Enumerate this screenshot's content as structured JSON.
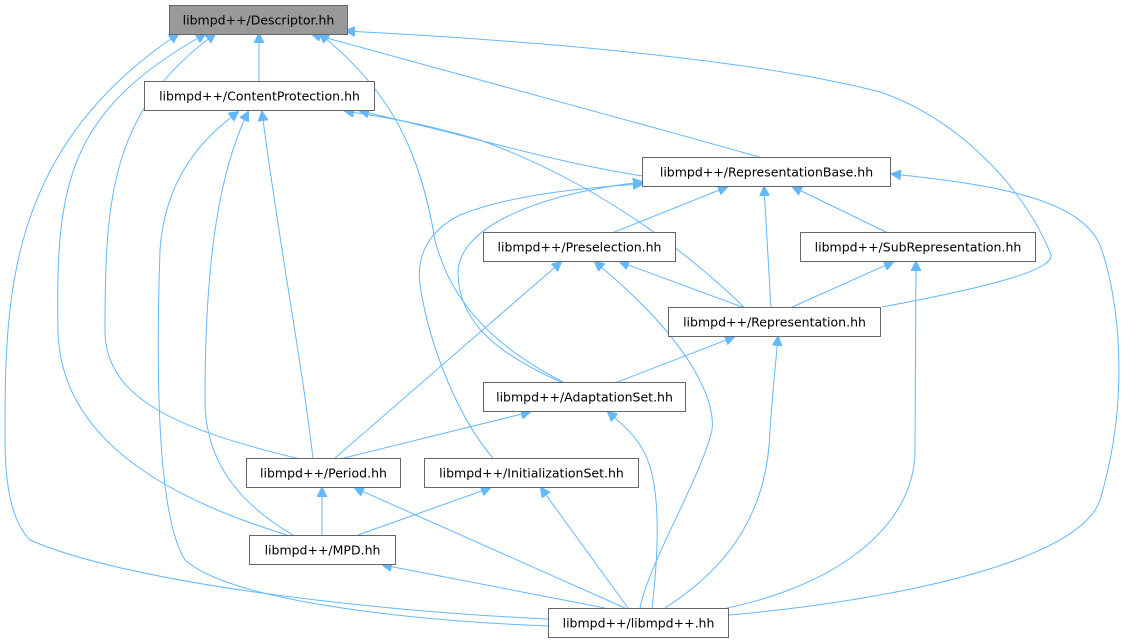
{
  "graph": {
    "root": "libmpd++/Descriptor.hh",
    "nodes": {
      "descriptor": "libmpd++/Descriptor.hh",
      "content_protection": "libmpd++/ContentProtection.hh",
      "representation_base": "libmpd++/RepresentationBase.hh",
      "preselection": "libmpd++/Preselection.hh",
      "sub_representation": "libmpd++/SubRepresentation.hh",
      "representation": "libmpd++/Representation.hh",
      "adaptation_set": "libmpd++/AdaptationSet.hh",
      "period": "libmpd++/Period.hh",
      "initialization_set": "libmpd++/InitializationSet.hh",
      "mpd": "libmpd++/MPD.hh",
      "libmpdpp": "libmpd++/libmpd++.hh"
    },
    "edges": [
      [
        "content_protection",
        "descriptor"
      ],
      [
        "representation_base",
        "descriptor"
      ],
      [
        "representation",
        "descriptor"
      ],
      [
        "adaptation_set",
        "descriptor"
      ],
      [
        "period",
        "descriptor"
      ],
      [
        "mpd",
        "descriptor"
      ],
      [
        "libmpdpp",
        "descriptor"
      ],
      [
        "representation_base",
        "content_protection"
      ],
      [
        "representation",
        "content_protection"
      ],
      [
        "period",
        "content_protection"
      ],
      [
        "mpd",
        "content_protection"
      ],
      [
        "libmpdpp",
        "content_protection"
      ],
      [
        "preselection",
        "representation_base"
      ],
      [
        "sub_representation",
        "representation_base"
      ],
      [
        "representation",
        "representation_base"
      ],
      [
        "adaptation_set",
        "representation_base"
      ],
      [
        "initialization_set",
        "representation_base"
      ],
      [
        "libmpdpp",
        "representation_base"
      ],
      [
        "representation",
        "preselection"
      ],
      [
        "period",
        "preselection"
      ],
      [
        "libmpdpp",
        "preselection"
      ],
      [
        "representation",
        "sub_representation"
      ],
      [
        "libmpdpp",
        "sub_representation"
      ],
      [
        "adaptation_set",
        "representation"
      ],
      [
        "libmpdpp",
        "representation"
      ],
      [
        "period",
        "adaptation_set"
      ],
      [
        "libmpdpp",
        "adaptation_set"
      ],
      [
        "mpd",
        "period"
      ],
      [
        "libmpdpp",
        "period"
      ],
      [
        "mpd",
        "initialization_set"
      ],
      [
        "libmpdpp",
        "initialization_set"
      ],
      [
        "libmpdpp",
        "mpd"
      ]
    ],
    "colors": {
      "edge": "#63b8ff",
      "node_border": "#666666",
      "root_fill": "#999999",
      "node_fill": "#ffffff"
    }
  }
}
